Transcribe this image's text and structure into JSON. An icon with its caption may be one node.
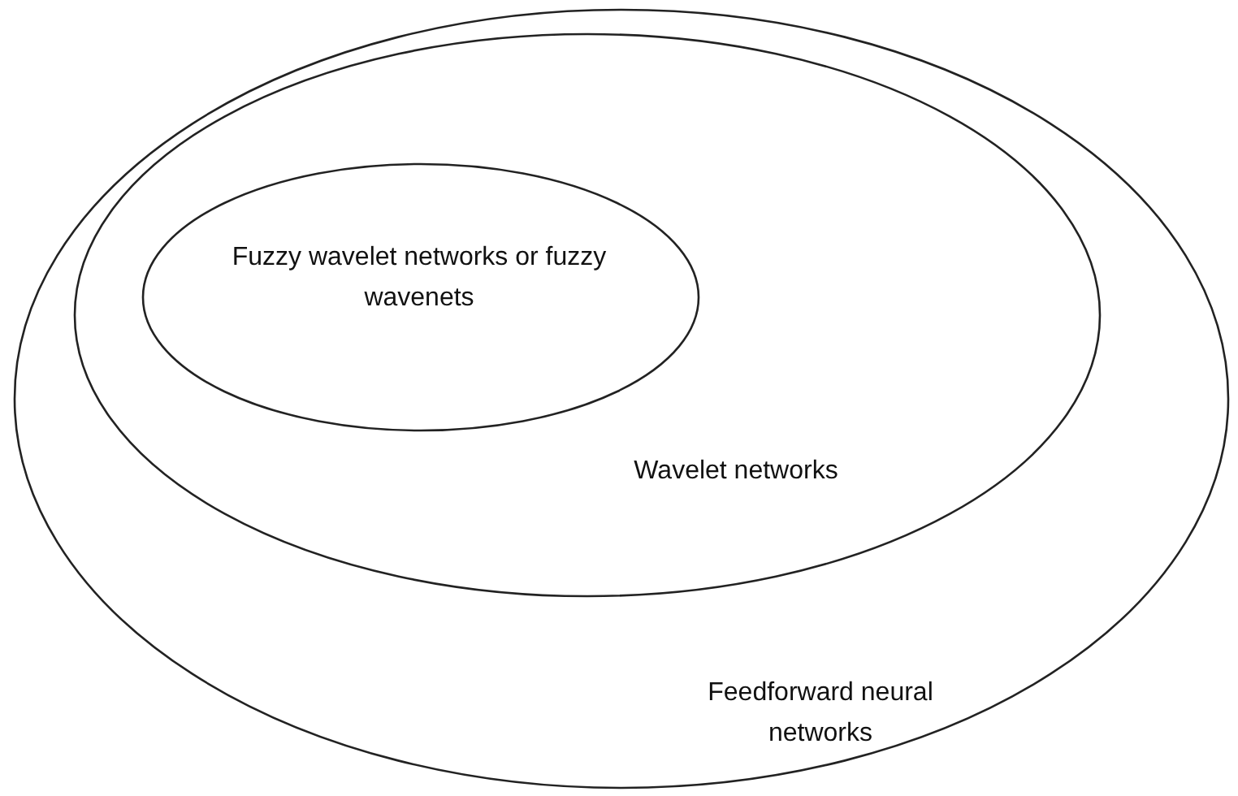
{
  "diagram": {
    "nodes": [
      {
        "text": [
          "Feedforward neural networks"
        ]
      },
      {
        "text": [
          "Wavelet networks"
        ],
        "in": 0
      },
      {
        "text": [
          "Fuzzy wavelet networks or fuzzy wavenets"
        ],
        "in": 1
      }
    ]
  }
}
